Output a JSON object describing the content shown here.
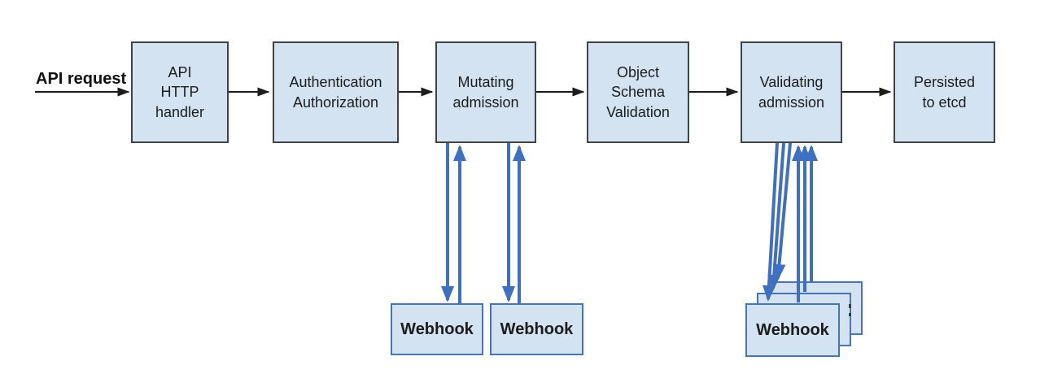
{
  "diagram": {
    "request_label": "API request",
    "nodes": [
      {
        "id": "api-http-handler",
        "label": "API\nHTTP\nhandler"
      },
      {
        "id": "authentication-authorization",
        "label": "Authentication\nAuthorization"
      },
      {
        "id": "mutating-admission",
        "label": "Mutating\nadmission"
      },
      {
        "id": "object-schema-validation",
        "label": "Object\nSchema\nValidation"
      },
      {
        "id": "validating-admission",
        "label": "Validating\nadmission"
      },
      {
        "id": "persisted-to-etcd",
        "label": "Persisted\nto etcd"
      }
    ],
    "mutating_webhooks": [
      {
        "label": "Webhook"
      },
      {
        "label": "Webhook"
      }
    ],
    "validating_webhooks": [
      {
        "label": "Webhook"
      }
    ],
    "connections": {
      "main_flow": [
        {
          "from": "API request",
          "to": "API HTTP handler"
        },
        {
          "from": "API HTTP handler",
          "to": "Authentication Authorization"
        },
        {
          "from": "Authentication Authorization",
          "to": "Mutating admission"
        },
        {
          "from": "Mutating admission",
          "to": "Object Schema Validation"
        },
        {
          "from": "Object Schema Validation",
          "to": "Validating admission"
        },
        {
          "from": "Validating admission",
          "to": "Persisted to etcd"
        }
      ],
      "webhook_calls": [
        {
          "between": "Mutating admission",
          "and": "Webhook boxes",
          "direction": "bidirectional",
          "arrow_pairs": 2
        },
        {
          "between": "Validating admission",
          "and": "stacked Webhook boxes",
          "direction": "bidirectional",
          "arrow_pairs": 3
        }
      ]
    },
    "colors": {
      "background": "#ffffff",
      "node_fill": "#d3e3f1",
      "node_border": "#424242",
      "webhook_fill": "#d3e3f1",
      "webhook_border": "#4675b2",
      "flow_arrow": "#1c1c1c",
      "webhook_arrow": "#3f6fc1",
      "text": "#1c1c1c"
    }
  }
}
